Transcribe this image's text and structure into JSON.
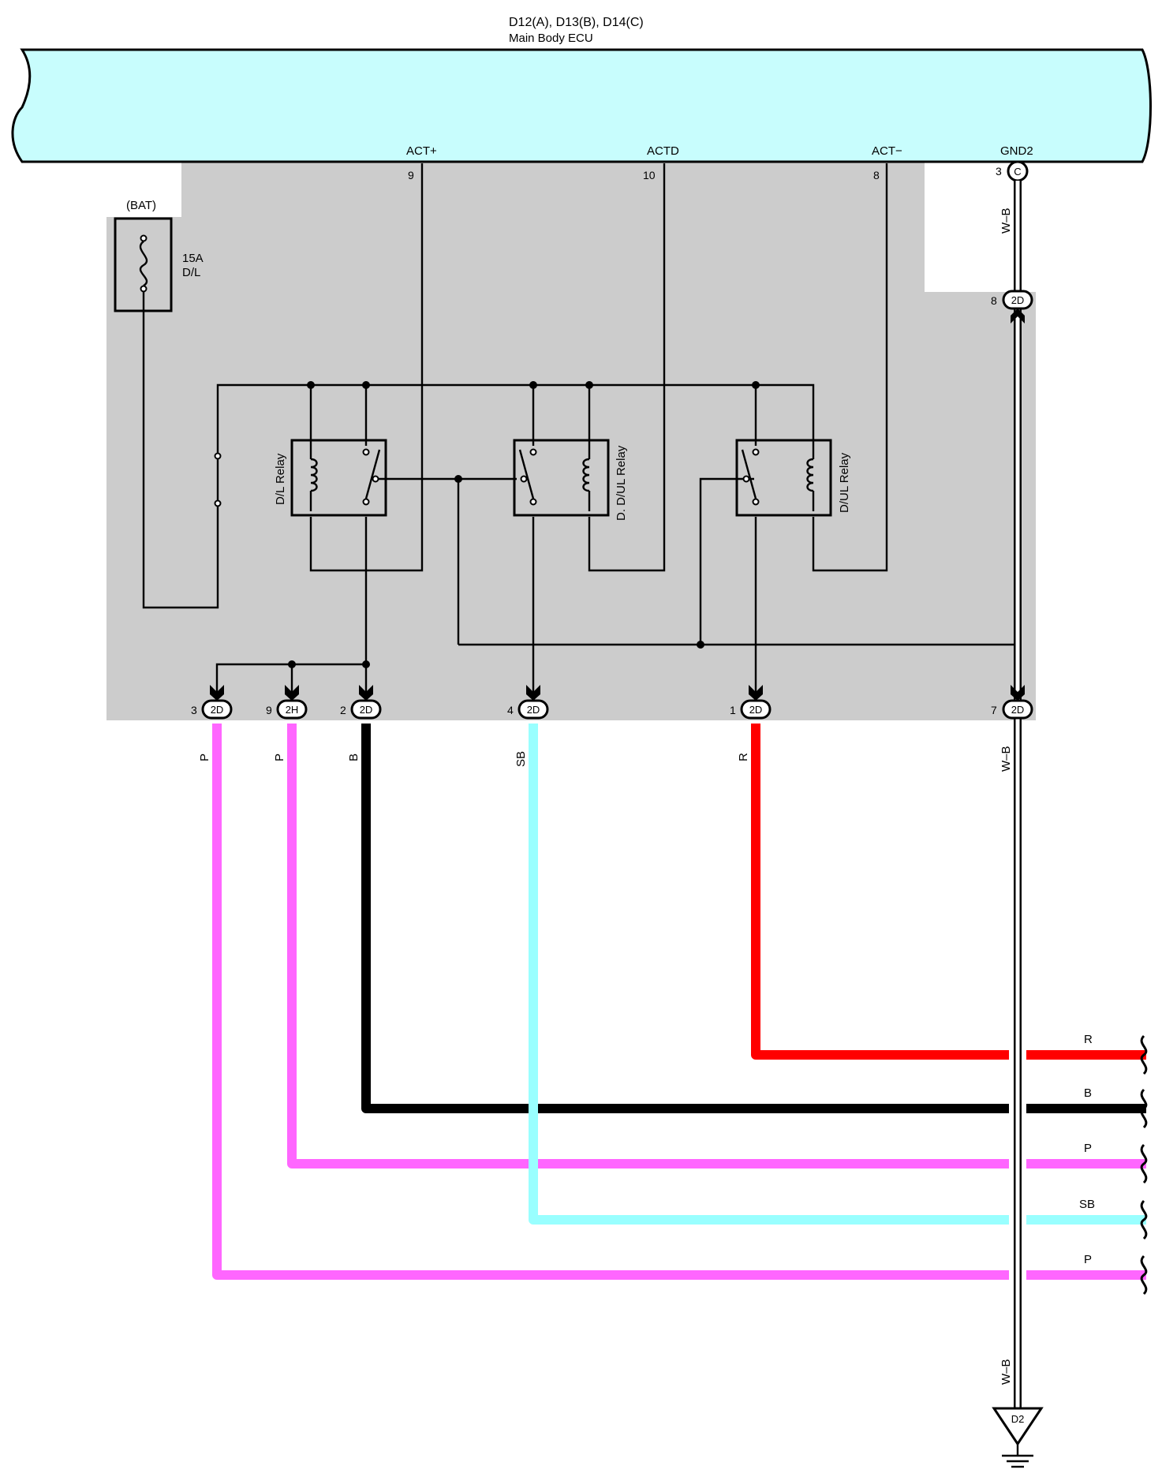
{
  "colors": {
    "ecu_fill": "#c8fdfd",
    "shade": "#cccccc",
    "pink": "#ff66ff",
    "black": "#000000",
    "sky_blue": "#99ffff",
    "red": "#ff0000",
    "white_black": "#ffffff"
  },
  "ecu": {
    "connectors": "D12(A), D13(B), D14(C)",
    "name": "Main Body ECU",
    "terminals": [
      {
        "id": "act_plus",
        "label": "ACT+",
        "pin": "9"
      },
      {
        "id": "actd",
        "label": "ACTD",
        "pin": "10"
      },
      {
        "id": "act_minus",
        "label": "ACT−",
        "pin": "8"
      },
      {
        "id": "gnd2",
        "label": "GND2",
        "pin": "3",
        "connector": "C"
      }
    ]
  },
  "fuse": {
    "source": "(BAT)",
    "rating": "15A",
    "name": "D/L"
  },
  "relays": [
    {
      "id": "dl",
      "label": "D/L Relay"
    },
    {
      "id": "ddul",
      "label": "D. D/UL Relay"
    },
    {
      "id": "dul",
      "label": "D/UL Relay"
    }
  ],
  "junction": {
    "gnd_in": {
      "pin": "8",
      "connector": "2D"
    },
    "outputs": [
      {
        "id": "p1",
        "pin": "3",
        "connector": "2D",
        "wire": "P"
      },
      {
        "id": "p2",
        "pin": "9",
        "connector": "2H",
        "wire": "P"
      },
      {
        "id": "b",
        "pin": "2",
        "connector": "2D",
        "wire": "B"
      },
      {
        "id": "sb",
        "pin": "4",
        "connector": "2D",
        "wire": "SB"
      },
      {
        "id": "r",
        "pin": "1",
        "connector": "2D",
        "wire": "R"
      },
      {
        "id": "gnd_out",
        "pin": "7",
        "connector": "2D",
        "wire": "W–B"
      }
    ]
  },
  "ground_wire": {
    "upper": "W–B",
    "lower": "W–B",
    "ground_point": "D2"
  },
  "right_ends": [
    {
      "id": "r",
      "wire": "R"
    },
    {
      "id": "b",
      "wire": "B"
    },
    {
      "id": "p2",
      "wire": "P"
    },
    {
      "id": "sb",
      "wire": "SB"
    },
    {
      "id": "p1",
      "wire": "P"
    }
  ]
}
